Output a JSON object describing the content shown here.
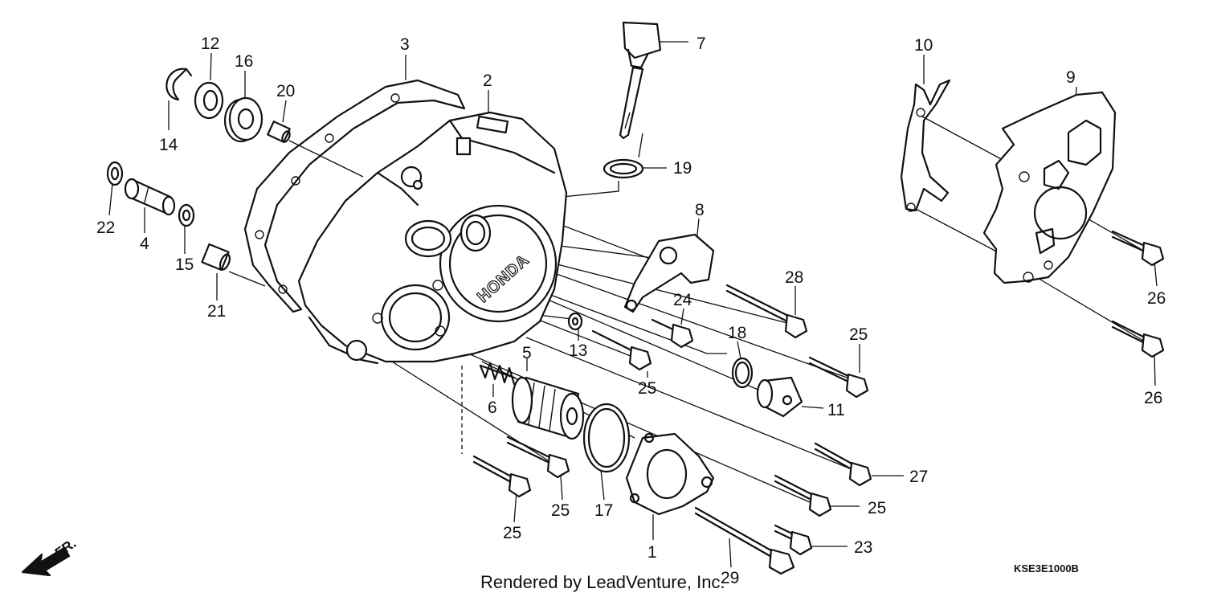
{
  "labels": [
    "1",
    "2",
    "3",
    "4",
    "5",
    "6",
    "7",
    "8",
    "9",
    "10",
    "11",
    "12",
    "13",
    "14",
    "15",
    "16",
    "17",
    "18",
    "19",
    "20",
    "21",
    "22",
    "23",
    "24",
    "25",
    "26",
    "27",
    "28",
    "29"
  ],
  "diagram_code": "KSE3E1000B",
  "credit": "Rendered by LeadVenture, Inc.",
  "cover_brand": "HONDA",
  "direction_label": "FR."
}
